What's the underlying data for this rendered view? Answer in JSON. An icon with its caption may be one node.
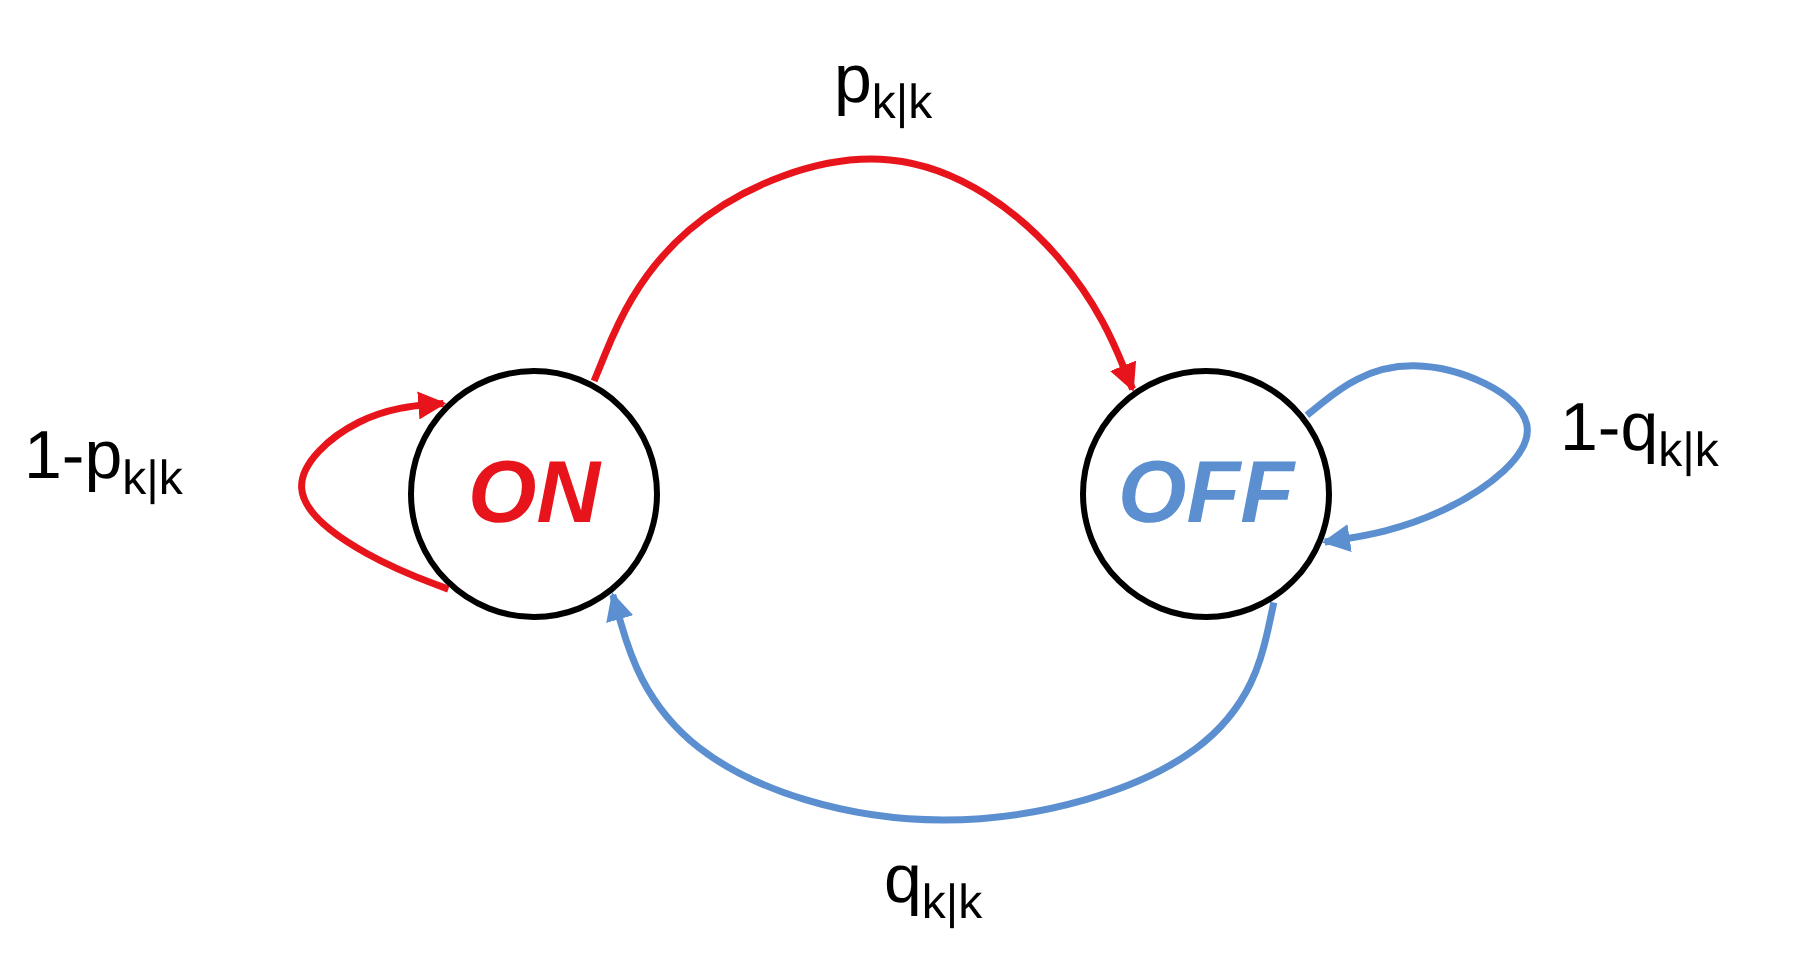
{
  "diagram": {
    "nodes": [
      {
        "text": [
          "ON"
        ]
      },
      {
        "text": [
          "OFF"
        ]
      }
    ],
    "edges": [
      {
        "from": 0,
        "to": 1,
        "arrow": "to",
        "label": "p$_{k|k}$",
        "color": "#e8141b"
      },
      {
        "from": 0,
        "to": 0,
        "arrow": "to",
        "label": "1-p$_{k|k}$",
        "color": "#e8141b"
      },
      {
        "from": 1,
        "to": 1,
        "arrow": "to",
        "label": "1-q$_{k|k}$",
        "color": "#5b8fd0"
      },
      {
        "from": 1,
        "to": 0,
        "arrow": "to",
        "label": "q$_{k|k}$",
        "color": "#5b8fd0"
      }
    ]
  }
}
